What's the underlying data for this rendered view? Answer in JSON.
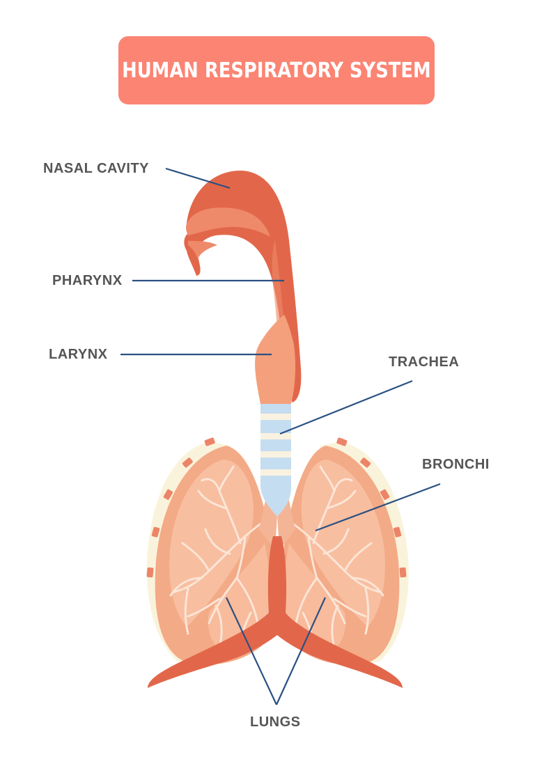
{
  "title": "HUMAN RESPIRATORY SYSTEM",
  "labels": {
    "nasal_cavity": "NASAL CAVITY",
    "pharynx": "PHARYNX",
    "larynx": "LARYNX",
    "trachea": "TRACHEA",
    "bronchi": "BRONCHI",
    "lungs": "LUNGS"
  },
  "colors": {
    "banner": "#fb8473",
    "nasal_dark": "#e2674a",
    "nasal_light": "#ee8a6a",
    "larynx": "#f4a07c",
    "trachea_blue": "#c5ddf0",
    "trachea_ring": "#faf2e0",
    "lung_outer": "#f3aa86",
    "lung_inner": "#f8bea0",
    "pleura": "#faf3dc",
    "vessel": "#e2674a",
    "leader_line": "#2a5082"
  }
}
